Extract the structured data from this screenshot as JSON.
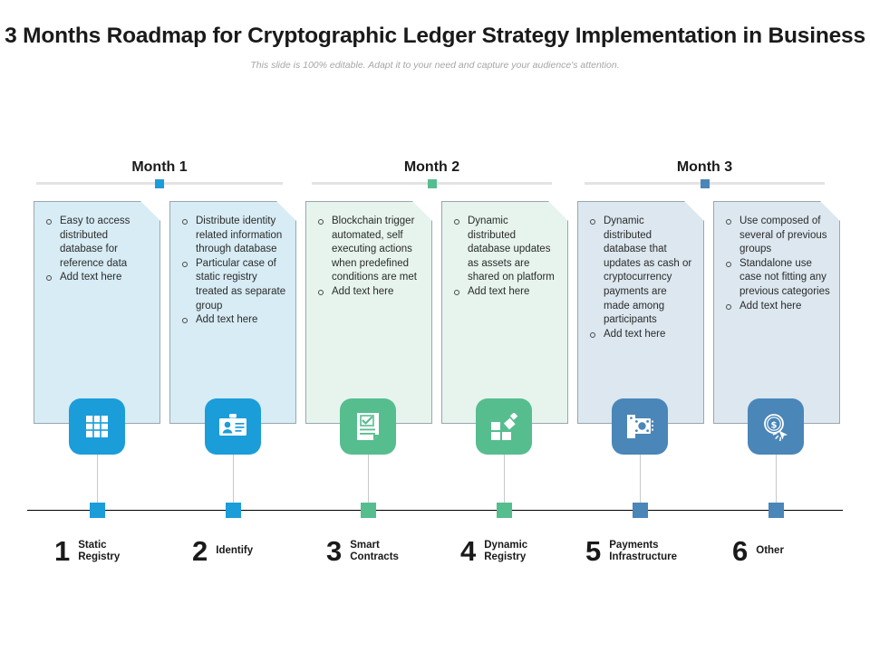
{
  "header": {
    "title": "3 Months Roadmap for Cryptographic Ledger Strategy Implementation in Business",
    "subtitle": "This slide is 100% editable. Adapt it to your need and capture your audience's attention."
  },
  "colors": {
    "blue": "#1b9dd9",
    "green": "#56bd8f",
    "steel": "#4a86b8",
    "card_blue_fill": "#d7ecf5",
    "card_green_fill": "#e6f4ed",
    "card_steel_fill": "#dce7ef",
    "card_border": "#9aa7ae",
    "rule": "#e3e3e3",
    "timeline": "#000000",
    "connector": "#c9c9c9",
    "text": "#1a1a1a",
    "subtitle_text": "#a6a6a6"
  },
  "months": [
    {
      "label": "Month 1",
      "marker_color": "#1b9dd9"
    },
    {
      "label": "Month 2",
      "marker_color": "#56bd8f"
    },
    {
      "label": "Month 3",
      "marker_color": "#4a86b8"
    }
  ],
  "cards": [
    {
      "id": "static-registry",
      "bullets": [
        "Easy to access distributed database for reference data",
        "Add text here"
      ],
      "fill": "#d7ecf5",
      "icon": "grid-icon",
      "icon_color": "#1b9dd9"
    },
    {
      "id": "identify",
      "bullets": [
        "Distribute identity related information through database",
        "Particular case of static registry treated as separate group",
        "Add text here"
      ],
      "fill": "#d7ecf5",
      "icon": "id-badge-icon",
      "icon_color": "#1b9dd9"
    },
    {
      "id": "smart-contracts",
      "bullets": [
        "Blockchain trigger automated, self executing actions when predefined conditions are met",
        "Add text here"
      ],
      "fill": "#e6f4ed",
      "icon": "document-check-icon",
      "icon_color": "#56bd8f"
    },
    {
      "id": "dynamic-registry",
      "bullets": [
        "Dynamic distributed database updates as assets are shared on platform",
        "Add text here"
      ],
      "fill": "#e6f4ed",
      "icon": "blocks-icon",
      "icon_color": "#56bd8f"
    },
    {
      "id": "payments-infrastructure",
      "bullets": [
        "Dynamic distributed database that updates as cash or cryptocurrency payments are made among participants",
        "Add text here"
      ],
      "fill": "#dce7ef",
      "icon": "banknotes-icon",
      "icon_color": "#4a86b8"
    },
    {
      "id": "other",
      "bullets": [
        "Use composed of several of previous groups",
        "Standalone use case not fitting any previous categories",
        "Add text here"
      ],
      "fill": "#dce7ef",
      "icon": "coin-cursor-icon",
      "icon_color": "#4a86b8"
    }
  ],
  "legend": [
    {
      "number": "1",
      "label": "Static\nRegistry",
      "marker_color": "#1b9dd9"
    },
    {
      "number": "2",
      "label": "Identify",
      "marker_color": "#1b9dd9"
    },
    {
      "number": "3",
      "label": "Smart\nContracts",
      "marker_color": "#56bd8f"
    },
    {
      "number": "4",
      "label": "Dynamic\nRegistry",
      "marker_color": "#56bd8f"
    },
    {
      "number": "5",
      "label": "Payments\nInfrastructure",
      "marker_color": "#4a86b8"
    },
    {
      "number": "6",
      "label": "Other",
      "marker_color": "#4a86b8"
    }
  ]
}
